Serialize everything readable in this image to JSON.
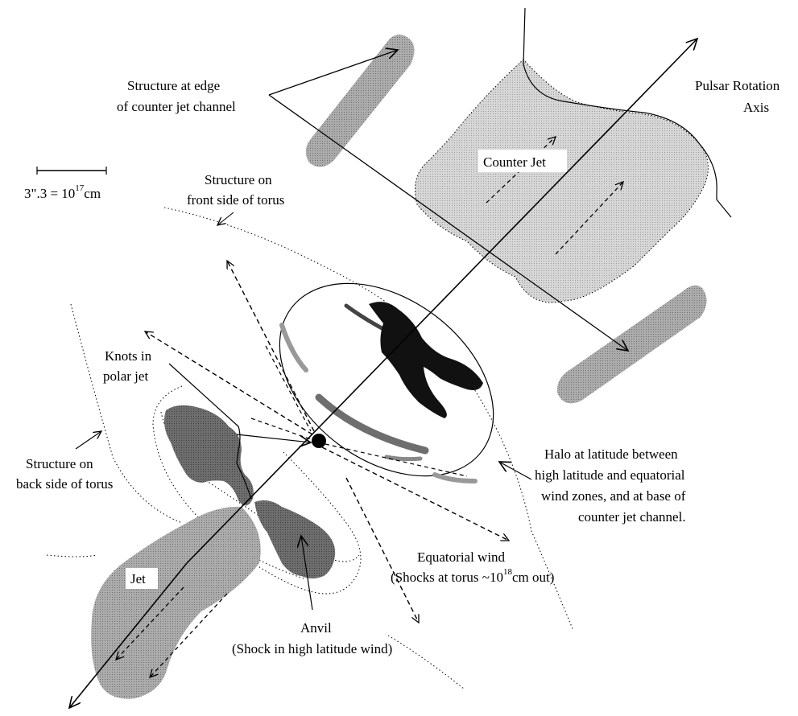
{
  "labels": {
    "edge_structure": [
      "Structure at edge",
      "of counter jet channel"
    ],
    "pulsar_axis": [
      "Pulsar Rotation",
      "Axis"
    ],
    "scale_base": "3\".3 = 10",
    "scale_exp": "17",
    "scale_unit": "cm",
    "front_torus": [
      "Structure on",
      "front side of torus"
    ],
    "counter_jet": "Counter Jet",
    "knots": [
      "Knots in",
      "polar jet"
    ],
    "back_torus": [
      "Structure on",
      "back side of torus"
    ],
    "halo": [
      "Halo at latitude between",
      "high latitude and equatorial",
      "wind zones, and at base of",
      "counter jet channel."
    ],
    "equatorial_wind": "Equatorial wind",
    "shocks_base": "(Shocks at torus ~10",
    "shocks_exp": "18",
    "shocks_unit": "cm out)",
    "jet": "Jet",
    "anvil": [
      "Anvil",
      "(Shock in high latitude wind)"
    ]
  }
}
